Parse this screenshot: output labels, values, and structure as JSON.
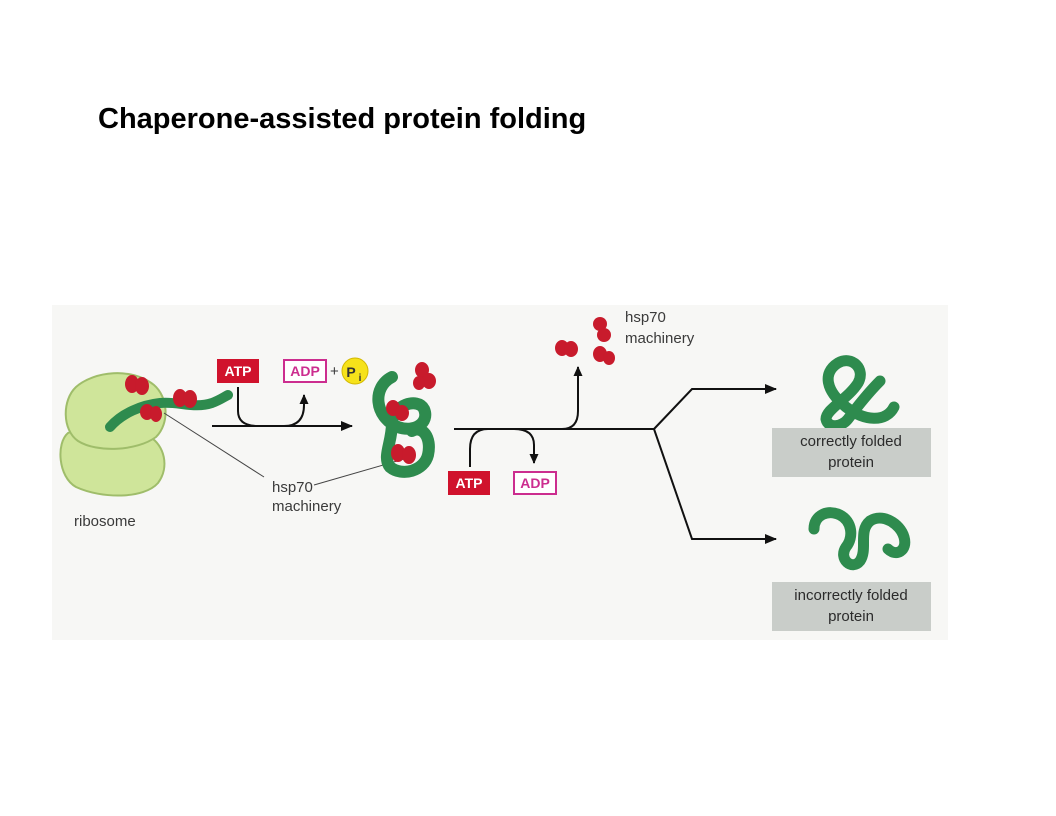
{
  "title": "Chaperone-assisted protein folding",
  "labels": {
    "ribosome": "ribosome",
    "hsp70_line1": "hsp70",
    "hsp70_line2": "machinery",
    "atp": "ATP",
    "adp": "ADP",
    "plus": "+",
    "pi": "P",
    "pi_sub": "i",
    "correct_line1": "correctly folded",
    "correct_line2": "protein",
    "incorrect_line1": "incorrectly folded",
    "incorrect_line2": "protein"
  },
  "colors": {
    "protein_green": "#2e8b4e",
    "chaperone_red": "#c81b2c",
    "ribosome_green": "#cfe59a",
    "atp_red": "#d0122c",
    "adp_magenta": "#cc2d8f",
    "pi_yellow": "#f6e21a",
    "result_box_gray": "#c9cdc9",
    "panel_background": "#f7f7f5"
  }
}
